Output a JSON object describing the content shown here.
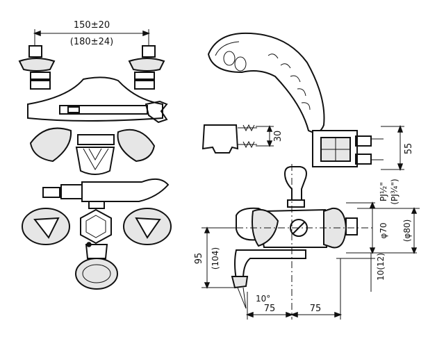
{
  "colors": {
    "ink": "#111111",
    "paper": "#ffffff"
  },
  "dimensions": {
    "pitch": "150±20",
    "pitch_alt": "(180±24)",
    "holder_height": "30",
    "bracket_height": "55",
    "thread": "PJ½\"",
    "thread_alt": "(PJ¾\")",
    "dia": "φ70",
    "dia_alt": "(φ80)",
    "spout_drop": "95",
    "spout_drop_alt": "(104)",
    "offset": "10(12)",
    "angle": "10°",
    "width_left": "75",
    "width_right": "75"
  }
}
